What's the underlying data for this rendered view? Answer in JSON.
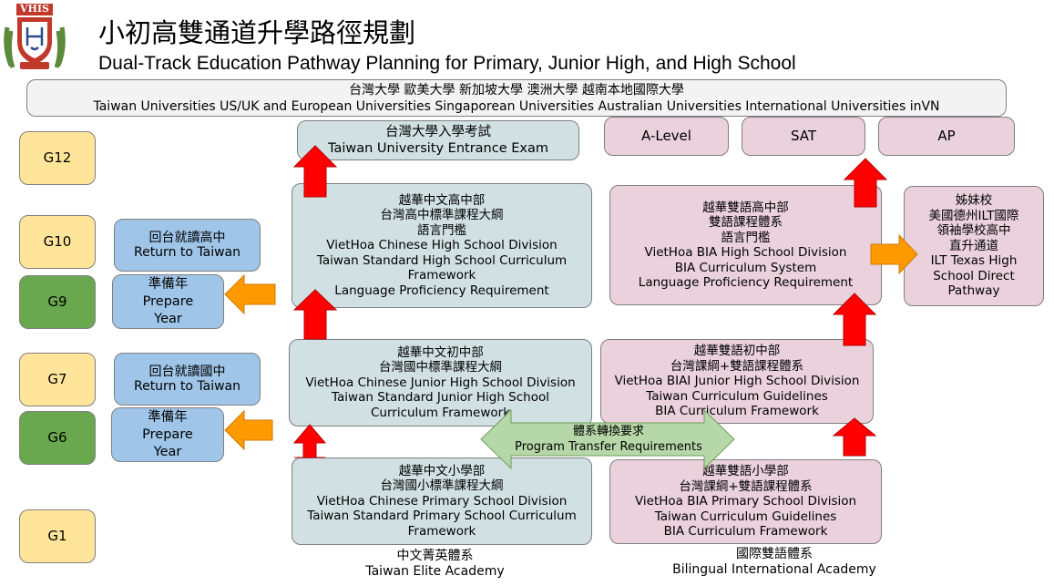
{
  "header": {
    "logo_text": "VHIS",
    "title_zh": "小初高雙通道升學路徑規劃",
    "title_en": "Dual-Track Education Pathway Planning for Primary, Junior High, and High School"
  },
  "universities": {
    "zh": "台灣大學 歐美大學  新加坡大學 澳洲大學  越南本地國際大學",
    "en": "Taiwan Universities US/UK and European Universities Singaporean Universities Australian Universities International Universities inVN"
  },
  "grades": {
    "g12": "G12",
    "g10": "G10",
    "g9": "G9",
    "g7": "G7",
    "g6": "G6",
    "g1": "G1"
  },
  "side_boxes": {
    "return_high": {
      "zh": "回台就讀高中",
      "en": "Return to Taiwan"
    },
    "prepare_upper": {
      "l1": "準備年",
      "l2": "Prepare",
      "l3": "Year"
    },
    "return_junior": {
      "zh": "回台就讀國中",
      "en": "Return to Taiwan"
    },
    "prepare_lower": {
      "l1": "準備年",
      "l2": "Prepare",
      "l3": "Year"
    }
  },
  "exams": {
    "taiwan": {
      "zh": "台灣大學入學考試",
      "en": "Taiwan University Entrance Exam"
    },
    "alevel": "A-Level",
    "sat": "SAT",
    "ap": "AP"
  },
  "chinese_track": {
    "high": {
      "l1": "越華中文高中部",
      "l2": "台灣高中標準課程大綱",
      "l3": "語言門檻",
      "l4": "VietHoa Chinese High School Division",
      "l5": "Taiwan Standard High School Curriculum",
      "l6": "Framework",
      "l7": "Language Proficiency Requirement"
    },
    "junior": {
      "l1": "越華中文初中部",
      "l2": "台灣國中標準課程大綱",
      "l3": "VietHoa Chinese Junior High School Division",
      "l4": "Taiwan Standard Junior High School",
      "l5": "Curriculum Framework"
    },
    "primary": {
      "l1": "越華中文小學部",
      "l2": "台灣國小標準課程大綱",
      "l3": "VietHoa Chinese Primary School Division",
      "l4": "Taiwan Standard Primary School Curriculum",
      "l5": "Framework"
    },
    "footer": {
      "zh": "中文菁英體系",
      "en": "Taiwan Elite Academy"
    }
  },
  "bilingual_track": {
    "high": {
      "l1": "越華雙語高中部",
      "l2": "雙語課程體系",
      "l3": "語言門檻",
      "l4": "VietHoa BIA High School Division",
      "l5": "BIA Curriculum System",
      "l6": "Language Proficiency Requirement"
    },
    "junior": {
      "l1": "越華雙語初中部",
      "l2": "台灣課綱+雙語課程體系",
      "l3": "VietHoa BIAI Junior High School Division",
      "l4": "Taiwan Curriculum Guidelines",
      "l5": "BIA Curriculum Framework"
    },
    "primary": {
      "l1": "越華雙語小學部",
      "l2": "台灣課綱+雙語課程體系",
      "l3": "VietHoa BIA Primary School Division",
      "l4": "Taiwan Curriculum Guidelines",
      "l5": "BIA Curriculum Framework"
    },
    "footer": {
      "zh": "國際雙語體系",
      "en": "Bilingual International Academy"
    }
  },
  "sister_school": {
    "l1": "姊妹校",
    "l2": "美國德州ILT國際",
    "l3": "領袖學校高中",
    "l4": "直升通道",
    "l5": "ILT Texas High",
    "l6": "School Direct",
    "l7": "Pathway"
  },
  "transfer": {
    "zh": "體系轉換要求",
    "en": "Program Transfer Requirements"
  },
  "colors": {
    "grade_yellow": "#fee599",
    "grade_green": "#6aa84f",
    "side_blue": "#9fc5e8",
    "chinese_teal": "#d0e0e3",
    "bilingual_pink": "#ead1dc",
    "arrow_red": "#ff0000",
    "arrow_orange": "#ff9900",
    "transfer_green": "#b6d7a8",
    "logo_red": "#c0392b"
  }
}
